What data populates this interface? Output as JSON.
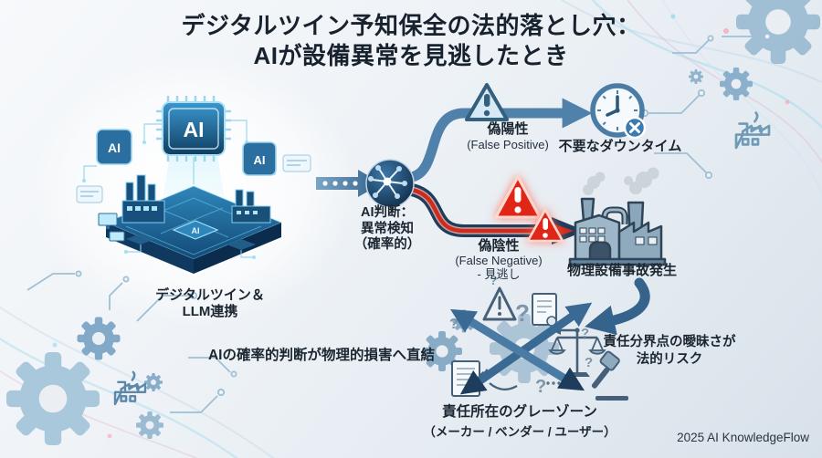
{
  "title": {
    "line1": "デジタルツイン予知保全の法的落とし穴：",
    "line2": "AIが設備異常を見逃したとき"
  },
  "digital_twin": {
    "label_line1": "デジタルツイン＆",
    "label_line2": "LLM連携",
    "chip_label": "AI"
  },
  "flow": {
    "node_label": {
      "line1": "AI判断：",
      "line2": "異常検知",
      "line3": "（確率的）"
    },
    "false_positive": {
      "name": "偽陽性",
      "en": "(False Positive)",
      "outcome": "不要なダウンタイム"
    },
    "false_negative": {
      "name": "偽陰性",
      "en": "(False Negative)",
      "note": "- 見逃し",
      "outcome": "物理設備事故発生"
    }
  },
  "messages": {
    "direct_link": "AIの確率的判断が物理的損害へ直結",
    "legal_risk_line1": "責任分界点の曖昧さが",
    "legal_risk_line2": "法的リスク",
    "gray_zone_title": "責任所在のグレーゾーン",
    "gray_zone_sub": "（メーカー / ベンダー / ユーザー）"
  },
  "decorations": {
    "question_mark": "?"
  },
  "footer": {
    "credit": "2025 AI KnowledgeFlow"
  },
  "colors": {
    "steel_blue": "#4a7ba5",
    "navy": "#1e3c5c",
    "alert_red": "#d42a1c",
    "chip_blue": "#1d6fa5",
    "background": "#edf1f5"
  }
}
